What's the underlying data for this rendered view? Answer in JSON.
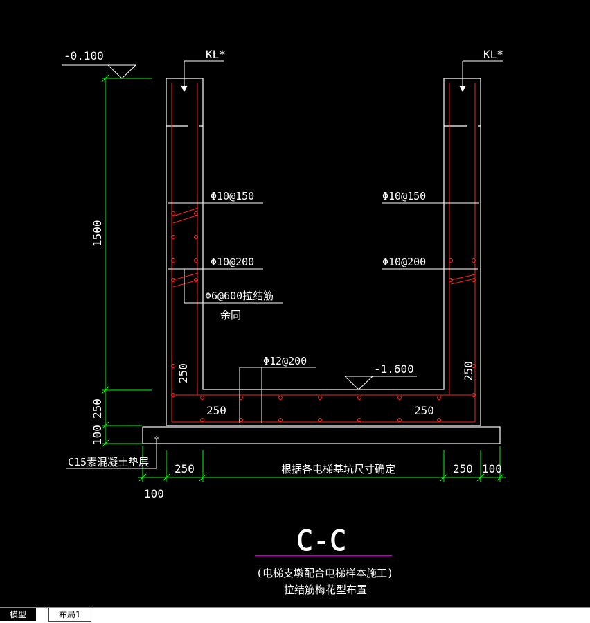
{
  "drawing": {
    "elev_top": "-0.100",
    "elev_bottom": "-1.600",
    "beam_left": "KL*",
    "beam_right": "KL*",
    "dim_height": "1500",
    "dim_slab": "250",
    "dim_pad": "100",
    "rebar_h": "Φ10@150",
    "rebar_v": "Φ10@200",
    "rebar_tie": "Φ6@600拉结筋",
    "rebar_tie_note": "余同",
    "rebar_bottom": "Φ12@200",
    "wall_left": "250",
    "wall_right": "250",
    "slab_left": "250",
    "slab_right": "250",
    "pad_label": "C15素混凝土垫层",
    "dim_bottom_left": "250",
    "dim_bottom_mid": "根据各电梯基坑尺寸确定",
    "dim_bottom_right": "250",
    "dim_bottom_right2": "100",
    "dim_bottom_left2": "100",
    "section_title": "C-C",
    "note_line1": "(电梯支墩配合电梯样本施工)",
    "note_line2": "拉结筋梅花型布置"
  },
  "tabs": {
    "model": "模型",
    "layout": "布局1"
  },
  "colors": {
    "concrete": "#ffffff",
    "rebar": "#ff2020",
    "dimension": "#00ff00",
    "title_line": "#ff00ff"
  }
}
